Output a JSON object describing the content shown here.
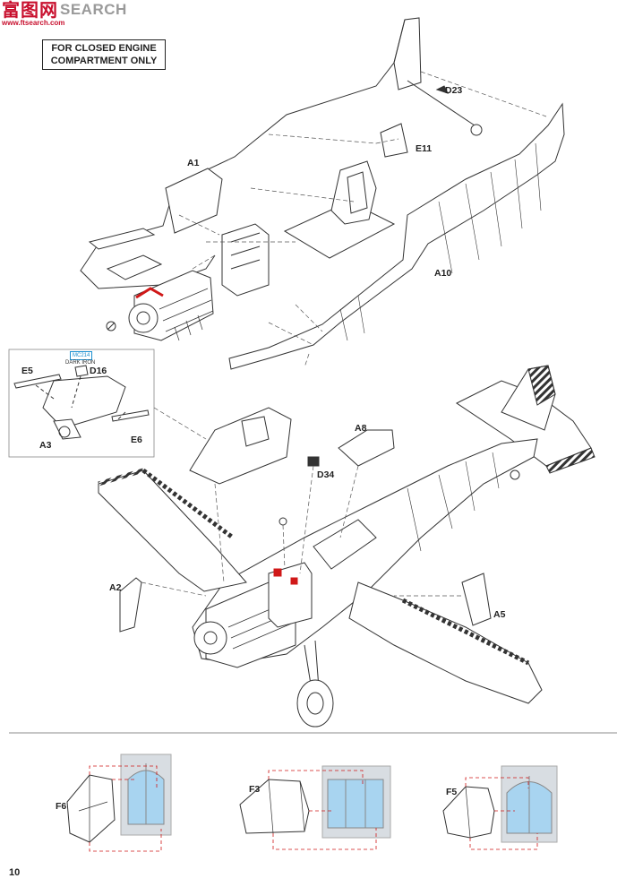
{
  "watermark": {
    "zh": "富图网",
    "en": "SEARCH",
    "url": "www.ftsearch.com"
  },
  "note": {
    "line1": "FOR CLOSED ENGINE",
    "line2": "COMPARTMENT ONLY"
  },
  "labels": {
    "D23": "D23",
    "E11": "E11",
    "A1": "A1",
    "A10": "A10",
    "E5": "E5",
    "D16": "D16",
    "A3": "A3",
    "E6": "E6",
    "A8": "A8",
    "D34": "D34",
    "A2": "A2",
    "A5": "A5",
    "F6": "F6",
    "F3": "F3",
    "F5": "F5"
  },
  "paint_chip": {
    "code": "MC214",
    "name": "DARK IRON"
  },
  "page_number": "10",
  "colors": {
    "ink": "#222222",
    "guide": "#555555",
    "highlight_red": "#d01818",
    "mask_blue": "#a8d4f0",
    "mask_grey": "#d8dde2",
    "watermark_red": "#c8102e"
  }
}
